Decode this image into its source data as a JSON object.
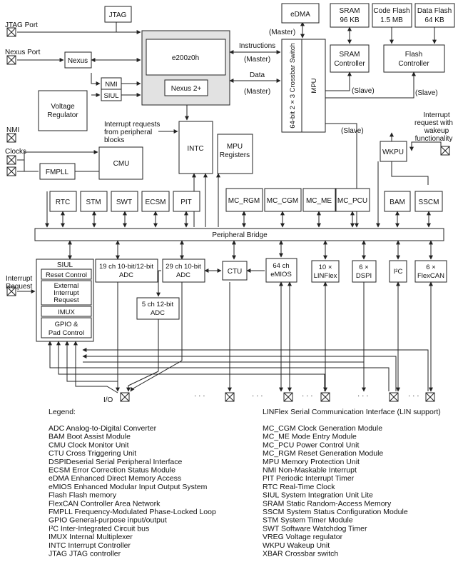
{
  "blocks": {
    "jtag": "JTAG",
    "edma": "eDMA",
    "sram_mem": [
      "SRAM",
      "96 KB"
    ],
    "code_flash": [
      "Code Flash",
      "1.5 MB"
    ],
    "data_flash": [
      "Data Flash",
      "64 KB"
    ],
    "core": "e200z0h",
    "nexus2": "Nexus 2+",
    "nexus": "Nexus",
    "nmi": "NMI",
    "siul_small": "SIUL",
    "vreg": [
      "Voltage",
      "Regulator"
    ],
    "xbar": "64-bit 2 × 3 Crossbar Switch",
    "mpu": "MPU",
    "sram_ctrl": [
      "SRAM",
      "Controller"
    ],
    "flash_ctrl": [
      "Flash",
      "Controller"
    ],
    "intc": "INTC",
    "mpu_regs": [
      "MPU",
      "Registers"
    ],
    "wkpu": "WKPU",
    "cmu": "CMU",
    "fmpll": "FMPLL",
    "rtc": "RTC",
    "stm": "STM",
    "swt": "SWT",
    "ecsm": "ECSM",
    "pit": "PIT",
    "mc_rgm": "MC_RGM",
    "mc_cgm": "MC_CGM",
    "mc_me": "MC_ME",
    "mc_pcu": "MC_PCU",
    "bam": "BAM",
    "sscm": "SSCM",
    "peripheral_bridge": "Peripheral Bridge",
    "siul_title": "SIUL",
    "reset_control": "Reset Control",
    "ext_irq": [
      "External",
      "Interrupt",
      "Request"
    ],
    "imux": "IMUX",
    "gpio": [
      "GPIO &",
      "Pad Control"
    ],
    "adc19": [
      "19 ch 10-bit/12-bit",
      "ADC"
    ],
    "adc29": [
      "29 ch 10-bit",
      "ADC"
    ],
    "adc5": [
      "5 ch 12-bit",
      "ADC"
    ],
    "ctu": "CTU",
    "emios": [
      "64 ch",
      "eMIOS"
    ],
    "linflex": [
      "10 ×",
      "LINFlex"
    ],
    "dspi": [
      "6 ×",
      "DSPI"
    ],
    "i2c": "I²C",
    "flexcan": [
      "6 ×",
      "FlexCAN"
    ]
  },
  "labels": {
    "jtag_port": "JTAG Port",
    "nexus_port": "Nexus Port",
    "nmi_pin": "NMI",
    "clocks": "Clocks",
    "interrupt_request": [
      "Interrupt",
      "Request"
    ],
    "io": "I/O",
    "master1": "(Master)",
    "master2": "(Master)",
    "master3": "(Master)",
    "instructions": "Instructions",
    "data": "Data",
    "slave1": "(Slave)",
    "slave2": "(Slave)",
    "slave3": "(Slave)",
    "irq_from_periph": [
      "Interrupt requests",
      "from peripheral",
      "blocks"
    ],
    "irq_wakeup": [
      "Interrupt",
      "request with",
      "wakeup",
      "functionality"
    ],
    "ellipsis": "· · ·"
  },
  "legend": {
    "title": "Legend:",
    "linflex_title": "LINFlex Serial Communication Interface (LIN support)",
    "left": [
      "ADC Analog-to-Digital Converter",
      "BAM Boot Assist Module",
      "CMU Clock Monitor Unit",
      "CTU Cross Triggering Unit",
      "DSPIDeserial Serial Peripheral Interface",
      "ECSM Error Correction Status Module",
      "eDMA Enhanced Direct Memory Access",
      "eMIOS Enhanced Modular Input Output System",
      "Flash Flash memory",
      "FlexCAN Controller Area Network",
      "FMPLL Frequency-Modulated Phase-Locked Loop",
      "GPIO General-purpose input/output",
      "I²C Inter-Integrated Circuit bus",
      "IMUX Internal Multiplexer",
      "INTC Interrupt Controller",
      "JTAG JTAG controller"
    ],
    "right": [
      "MC_CGM Clock Generation Module",
      "MC_ME Mode Entry Module",
      "MC_PCU Power Control Unit",
      "MC_RGM Reset Generation Module",
      "MPU Memory Protection Unit",
      "NMI Non-Maskable Interrupt",
      "PIT Periodic Interrupt Timer",
      "RTC Real-Time Clock",
      "SIUL System Integration Unit Lite",
      "SRAM Static Random-Access Memory",
      "SSCM System Status Configuration Module",
      "STM System Timer Module",
      "SWT Software Watchdog Timer",
      "VREG Voltage regulator",
      "WKPU Wakeup Unit",
      "XBAR Crossbar switch"
    ]
  }
}
